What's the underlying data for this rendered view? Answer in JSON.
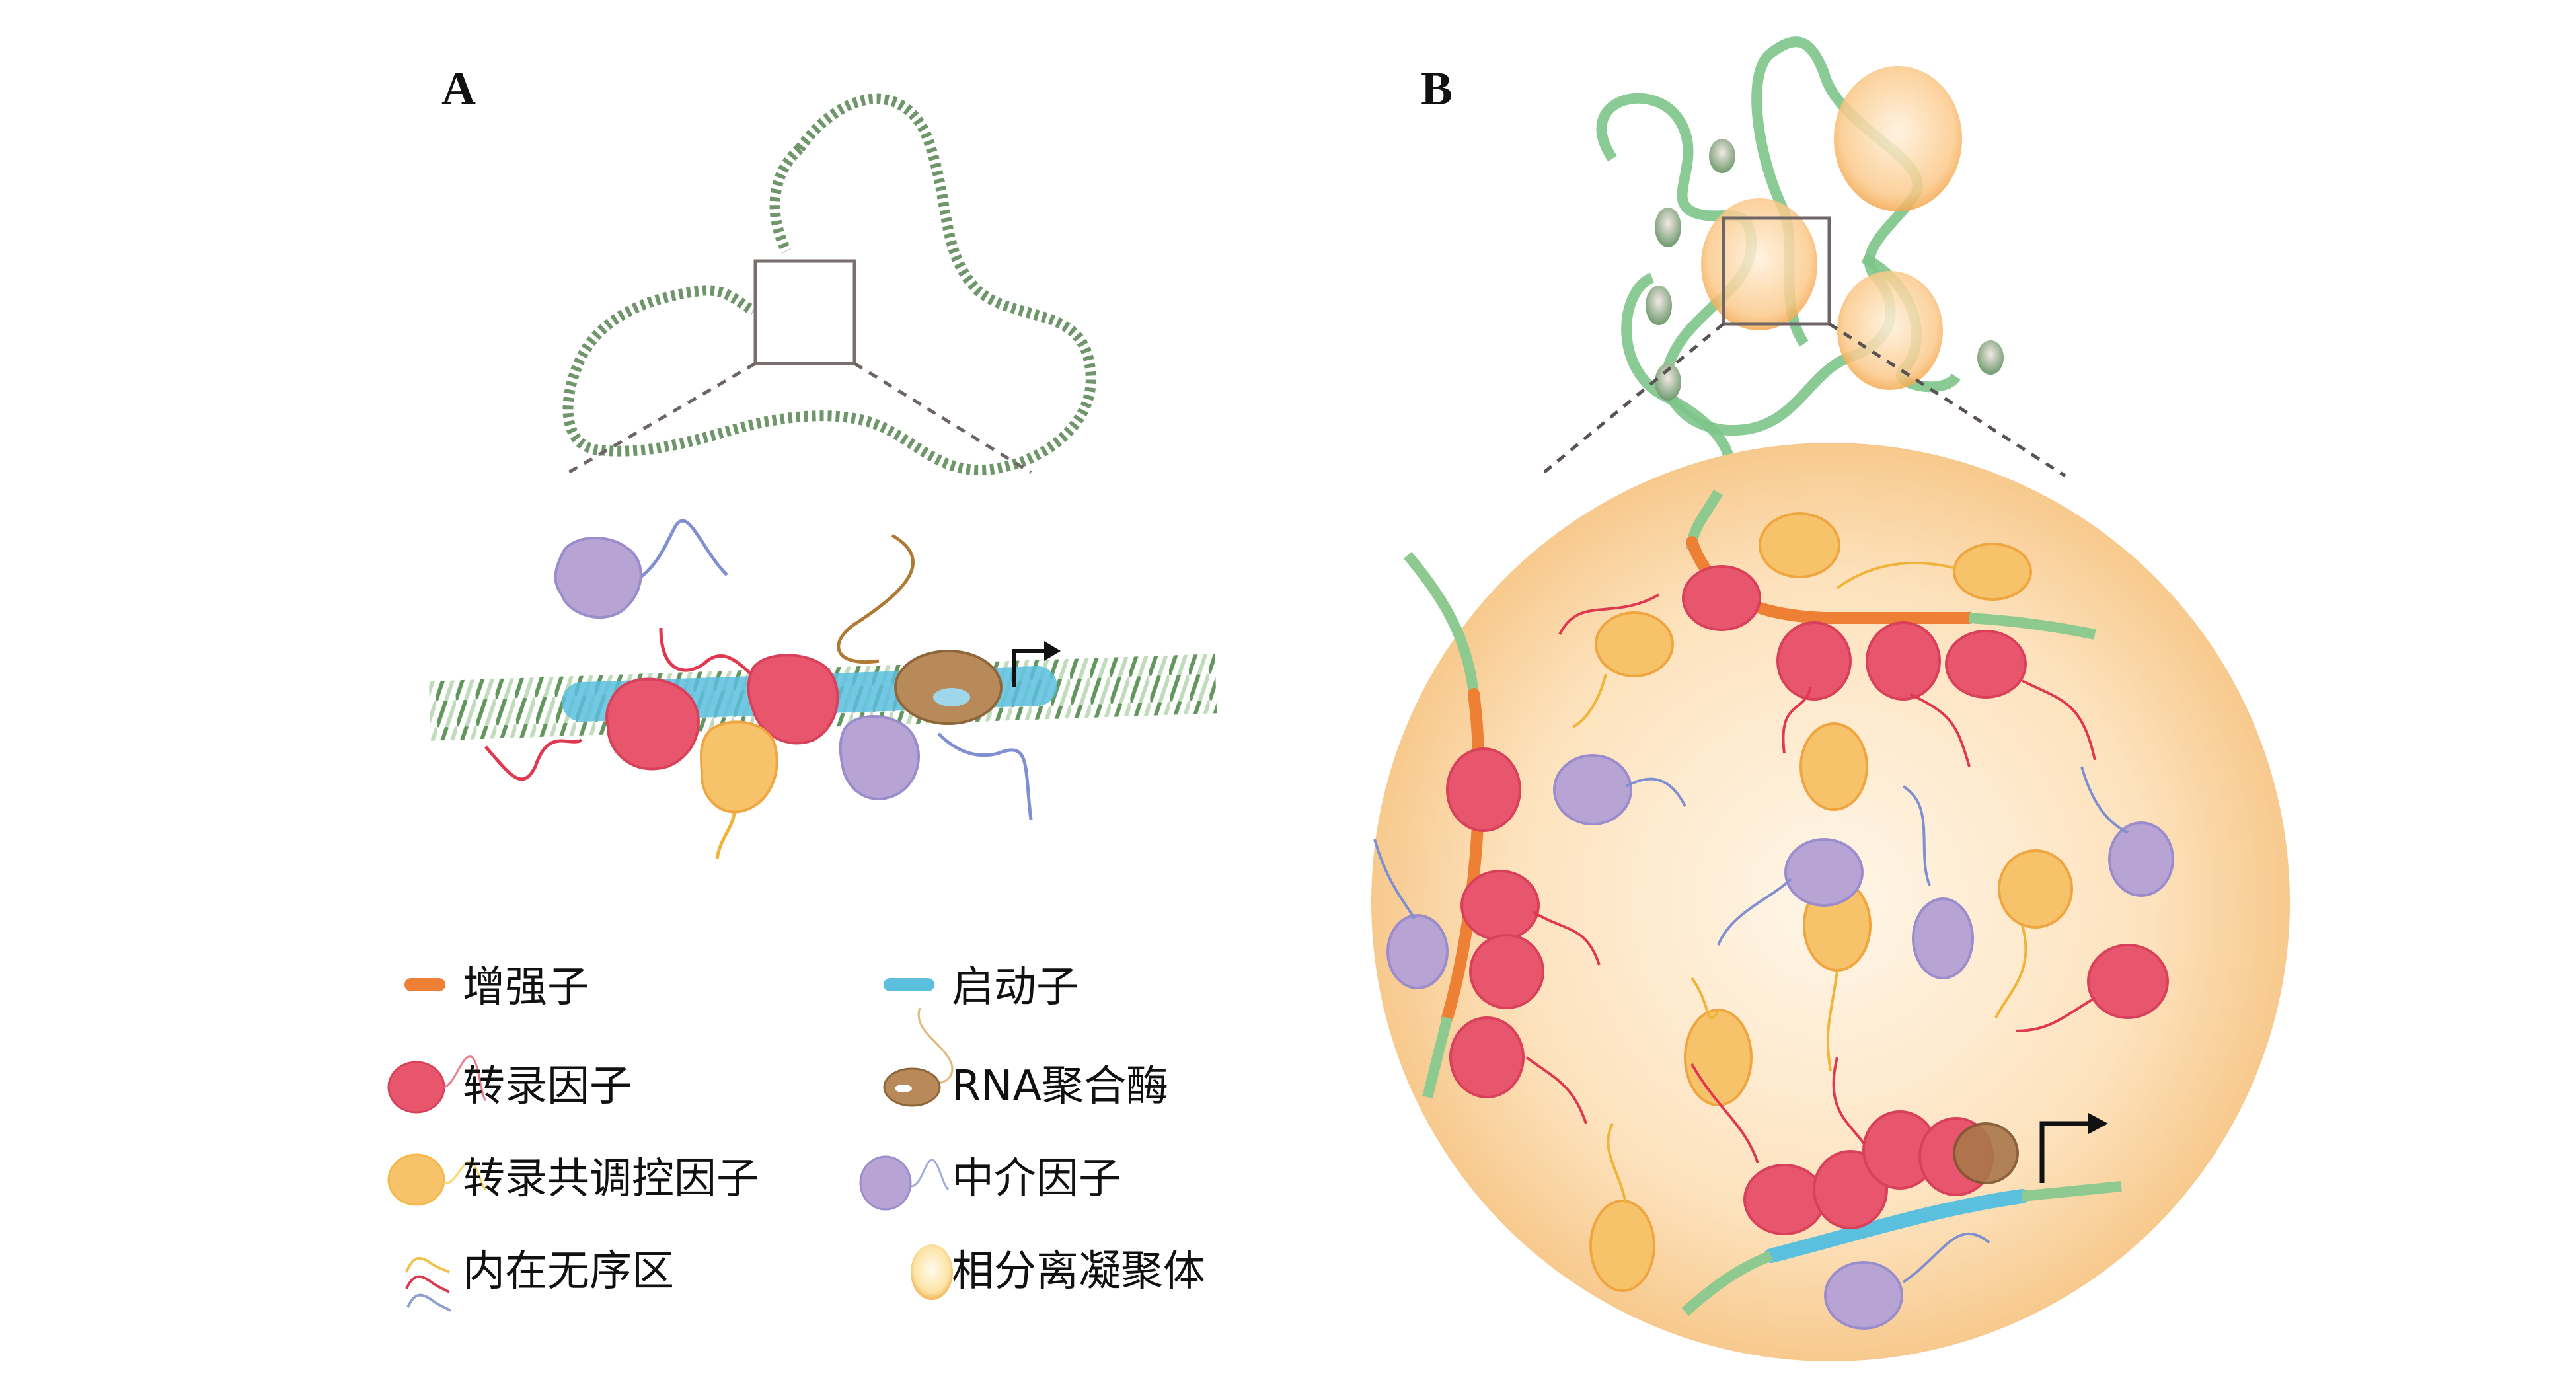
{
  "panels": {
    "a": {
      "label": "A"
    },
    "b": {
      "label": "B"
    }
  },
  "colors": {
    "enhancer": "#ee8035",
    "promoter": "#5bc0de",
    "transcription_factor": "#e8566e",
    "coactivator": "#f7c36a",
    "mediator": "#b7a3d4",
    "rna_polymerase": "#b88a5a",
    "condensate": "#fbd9a6",
    "dna_green": "#4f8a4a",
    "chromatin_green": "#7cc48a",
    "idr_red": "#e0384f",
    "idr_yellow": "#f0b43a",
    "idr_blue": "#7f8fcf"
  },
  "legend": {
    "items": [
      {
        "key": "enhancer",
        "icon": "enhancer-bar-icon",
        "label": "增强子"
      },
      {
        "key": "promoter",
        "icon": "promoter-bar-icon",
        "label": "启动子"
      },
      {
        "key": "transcription_factor",
        "icon": "transcription-factor-icon",
        "label": "转录因子"
      },
      {
        "key": "rna_polymerase",
        "icon": "rna-polymerase-icon",
        "label": "RNA聚合酶"
      },
      {
        "key": "coactivator",
        "icon": "coactivator-icon",
        "label": "转录共调控因子"
      },
      {
        "key": "mediator",
        "icon": "mediator-icon",
        "label": "中介因子"
      },
      {
        "key": "idr",
        "icon": "idr-lines-icon",
        "label": "内在无序区"
      },
      {
        "key": "condensate",
        "icon": "condensate-sphere-icon",
        "label": "相分离凝聚体"
      }
    ]
  }
}
